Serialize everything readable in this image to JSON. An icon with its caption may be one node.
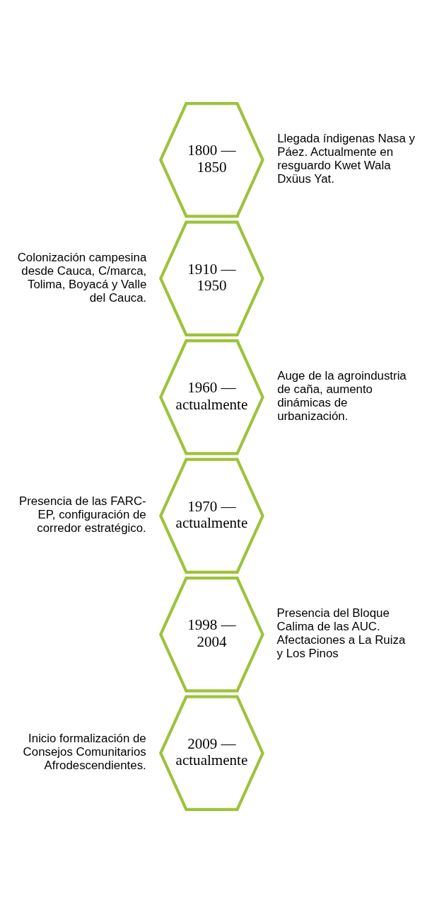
{
  "diagram": {
    "nodes": [
      {
        "text": [
          "1800 — 1850"
        ],
        "beside": [
          "Llegada índigenas Nasa y Páez. Actualmente en resguardo Kwet Wala Dxüus Yat."
        ]
      },
      {
        "text": [
          "1910 — 1950"
        ],
        "beside": [
          "Colonización campesina desde Cauca, C/marca, Tolima, Boyacá y Valle del Cauca."
        ]
      },
      {
        "text": [
          "1960 — actualmente"
        ],
        "beside": [
          "Auge de la agroindustria de caña, aumento dinámicas de urbanización."
        ]
      },
      {
        "text": [
          "1970 — actualmente"
        ],
        "beside": [
          "Presencia de las FARC-EP, configuración de corredor estratégico."
        ]
      },
      {
        "text": [
          "1998 — 2004"
        ],
        "beside": [
          "Presencia del Bloque Calima de las AUC. Afectaciones a La Ruiza y Los Pinos"
        ]
      },
      {
        "text": [
          "2009 — actualmente"
        ],
        "beside": [
          "Inicio formalización de Consejos Comunitarios Afrodescendientes."
        ]
      }
    ],
    "edges": []
  }
}
